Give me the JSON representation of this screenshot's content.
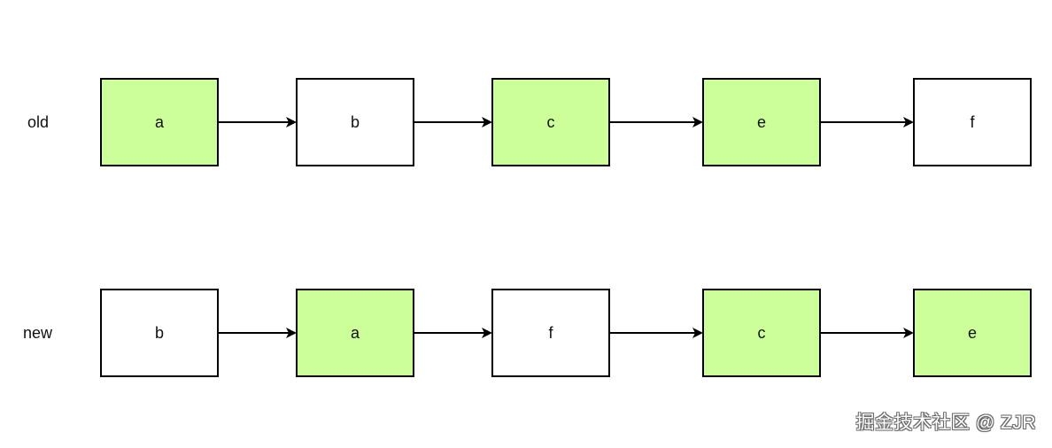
{
  "colors": {
    "highlight_fill": "#ccff99",
    "plain_fill": "#ffffff",
    "stroke": "#000000"
  },
  "rows": [
    {
      "label": "old",
      "nodes": [
        {
          "text": "a",
          "highlighted": true
        },
        {
          "text": "b",
          "highlighted": false
        },
        {
          "text": "c",
          "highlighted": true
        },
        {
          "text": "e",
          "highlighted": true
        },
        {
          "text": "f",
          "highlighted": false
        }
      ]
    },
    {
      "label": "new",
      "nodes": [
        {
          "text": "b",
          "highlighted": false
        },
        {
          "text": "a",
          "highlighted": true
        },
        {
          "text": "f",
          "highlighted": false
        },
        {
          "text": "c",
          "highlighted": true
        },
        {
          "text": "e",
          "highlighted": true
        }
      ]
    }
  ],
  "watermark": "掘金技术社区 @ ZJR"
}
